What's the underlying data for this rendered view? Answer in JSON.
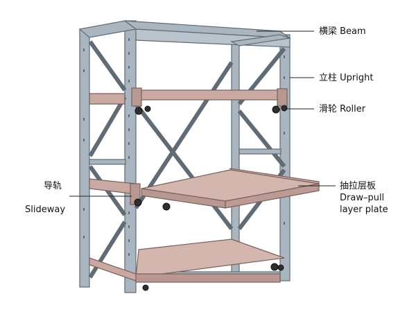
{
  "labels": {
    "beam": "横梁 Beam",
    "upright": "立柱 Upright",
    "roller": "滑轮 Roller",
    "slideway_cn": "导轨",
    "slideway_en": "Slideway",
    "plate_cn": "抽拉层板",
    "plate_en_1": "Draw–pull",
    "plate_en_2": "layer plate"
  },
  "colors": {
    "frame": "#a9b5bf",
    "frame_edge": "#5f6b75",
    "plate": "#c9a9a1",
    "plate_edge": "#7a5f5a",
    "roller": "#2f2f2f"
  }
}
